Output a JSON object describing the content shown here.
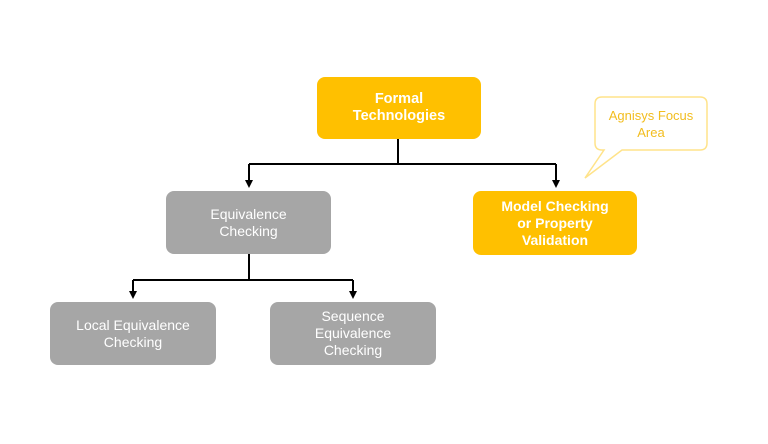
{
  "diagram": {
    "root": {
      "label_line1": "Formal",
      "label_line2": "Technologies"
    },
    "equivalence": {
      "label_line1": "Equivalence",
      "label_line2": "Checking"
    },
    "model_checking": {
      "label_line1": "Model Checking",
      "label_line2": "or Property",
      "label_line3": "Validation"
    },
    "local_equivalence": {
      "label_line1": "Local Equivalence",
      "label_line2": "Checking"
    },
    "sequence_equivalence": {
      "label_line1": "Sequence",
      "label_line2": "Equivalence",
      "label_line3": "Checking"
    },
    "callout": {
      "label_line1": "Agnisys",
      "label_line2": "Focus Area"
    }
  },
  "colors": {
    "highlight": "#ffc000",
    "neutral": "#a6a6a6",
    "callout_text": "#f2bd1f",
    "callout_border": "#ffe38a",
    "connector": "#000000"
  }
}
